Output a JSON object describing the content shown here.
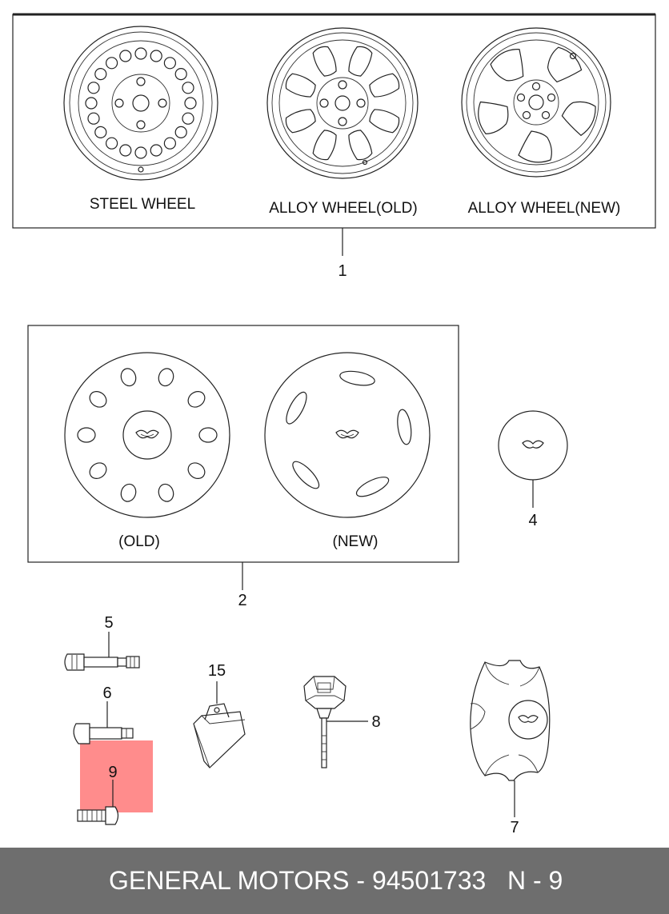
{
  "groups": {
    "wheels": {
      "callout": "1",
      "labels": [
        "STEEL WHEEL",
        "ALLOY WHEEL(OLD)",
        "ALLOY WHEEL(NEW)"
      ]
    },
    "hubcaps": {
      "callout": "2",
      "labels": [
        "(OLD)",
        "(NEW)"
      ]
    }
  },
  "callouts": {
    "center_cap": "4",
    "valve_a": "5",
    "valve_b": "6",
    "bolt": "9",
    "balance_weight": "15",
    "clip_bolt": "8",
    "center_cover": "7"
  },
  "highlight_color": "#ff6b6b",
  "footer": {
    "label": "GENERAL MOTORS - 94501733",
    "page": "N - 9"
  }
}
